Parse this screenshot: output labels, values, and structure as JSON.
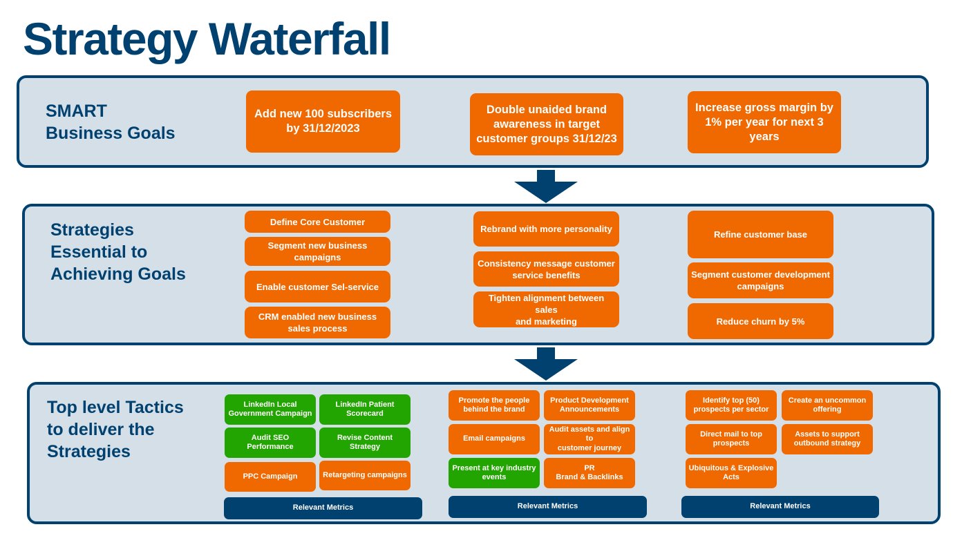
{
  "title": "Strategy Waterfall",
  "colors": {
    "navy": "#004170",
    "panel_bg": "#d5dfe8",
    "orange": "#f06800",
    "green": "#22a500"
  },
  "tiers": {
    "goals": {
      "label": "SMART\nBusiness Goals",
      "items": [
        "Add new 100 subscribers\nby 31/12/2023",
        "Double unaided brand\nawareness in target\ncustomer groups 31/12/23",
        "Increase gross margin by\n1% per year for next 3\nyears"
      ]
    },
    "strategies": {
      "label": "Strategies\nEssential to\nAchieving Goals",
      "columns": [
        [
          "Define Core Customer",
          "Segment new business\ncampaigns",
          "Enable customer Sel-service",
          "CRM enabled new business\nsales process"
        ],
        [
          "Rebrand with more personality",
          "Consistency message customer\nservice benefits",
          "Tighten alignment between sales\nand marketing"
        ],
        [
          "Refine customer base",
          "Segment customer development\ncampaigns",
          "Reduce churn by 5%"
        ]
      ]
    },
    "tactics": {
      "label": "Top level Tactics\nto deliver the\nStrategies",
      "columns": [
        {
          "items": [
            {
              "text": "LinkedIn Local\nGovernment Campaign",
              "status": "green"
            },
            {
              "text": "LinkedIn Patient\nScorecard",
              "status": "green"
            },
            {
              "text": "Audit SEO Performance",
              "status": "green"
            },
            {
              "text": "Revise Content Strategy",
              "status": "green"
            },
            {
              "text": "PPC Campaign",
              "status": "orange"
            },
            {
              "text": "Retargeting campaigns",
              "status": "orange"
            }
          ],
          "metrics_label": "Relevant Metrics"
        },
        {
          "items": [
            {
              "text": "Promote the people\nbehind the brand",
              "status": "orange"
            },
            {
              "text": "Product Development\nAnnouncements",
              "status": "orange"
            },
            {
              "text": "Email campaigns",
              "status": "orange"
            },
            {
              "text": "Audit assets and align to\ncustomer journey",
              "status": "orange"
            },
            {
              "text": "Present at key industry\nevents",
              "status": "green"
            },
            {
              "text": "PR\nBrand & Backlinks",
              "status": "orange"
            }
          ],
          "metrics_label": "Relevant Metrics"
        },
        {
          "items": [
            {
              "text": "Identify top (50)\nprospects per sector",
              "status": "orange"
            },
            {
              "text": "Create an uncommon\noffering",
              "status": "orange"
            },
            {
              "text": "Direct mail to top\nprospects",
              "status": "orange"
            },
            {
              "text": "Assets to support\noutbound strategy",
              "status": "orange"
            },
            {
              "text": "Ubiquitous & Explosive\nActs",
              "status": "orange"
            }
          ],
          "metrics_label": "Relevant Metrics"
        }
      ]
    }
  },
  "arrows": [
    "down-arrow",
    "down-arrow"
  ]
}
